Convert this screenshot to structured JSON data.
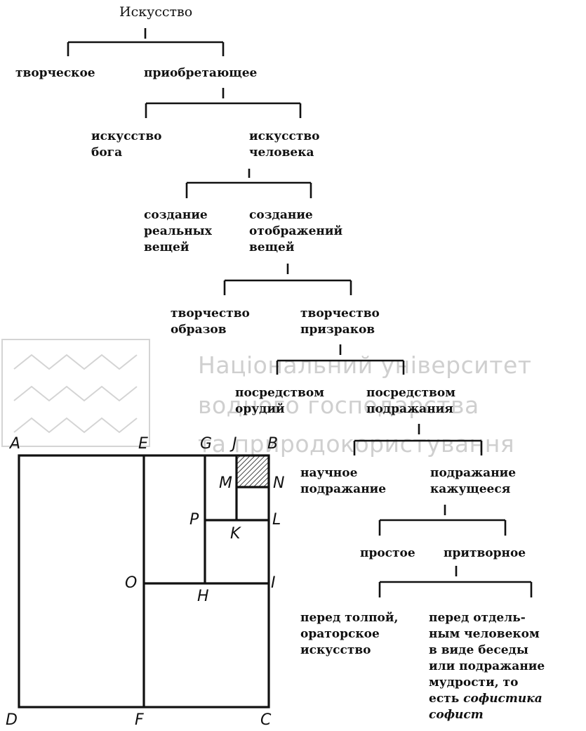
{
  "watermark": {
    "lines": [
      "Національний університет",
      "водного господарства",
      "та природокористування"
    ]
  },
  "tree": {
    "root": "Искусство",
    "n1a": "творческое",
    "n1b": "приобретающее",
    "n2a": "искусство\nбога",
    "n2b": "искусство\nчеловека",
    "n3a": "создание\nреальных\nвещей",
    "n3b": "создание\nотображений\nвещей",
    "n4a": "творчество\nобразов",
    "n4b": "творчество\nпризраков",
    "n5a": "посредством\nорудий",
    "n5b": "посредством\nподражания",
    "n6a": "научное\nподражание",
    "n6b": "подражание\nкажущееся",
    "n7a": "простое",
    "n7b": "притворное",
    "n8a": "перед толпой,\nораторское\nискусство",
    "n8b_main": "перед отдель-\nным человеком\nв виде беседы\nили подражание\nмудрости, то\nесть ",
    "n8b_ital": "софистика\nсофист"
  },
  "geometry_labels": {
    "A": "A",
    "E": "E",
    "G": "G",
    "J": "J",
    "B": "B",
    "M": "M",
    "N": "N",
    "P": "P",
    "L": "L",
    "K": "K",
    "O": "O",
    "I": "I",
    "H": "H",
    "D": "D",
    "F": "F",
    "C": "C"
  }
}
